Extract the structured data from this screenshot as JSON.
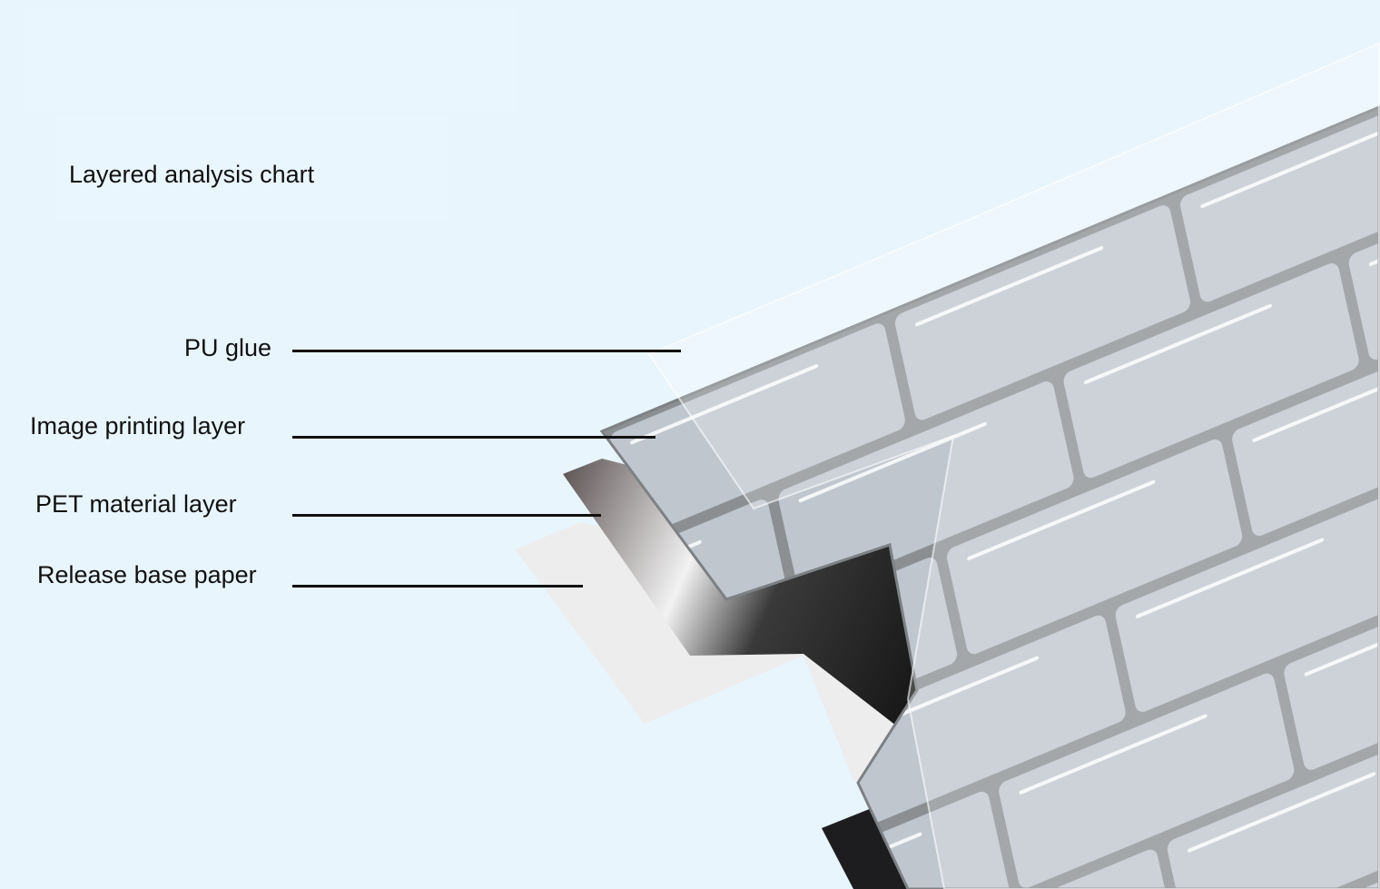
{
  "title": "Layered analysis chart",
  "layers": [
    {
      "label": "PU glue"
    },
    {
      "label": "Image printing layer"
    },
    {
      "label": "PET material layer"
    },
    {
      "label": "Release base paper"
    }
  ],
  "colors": {
    "background": "#e8f5fd",
    "tile": "#bcc3ca",
    "grout": "#8b8f92",
    "pet_dark": "#1d1d1f",
    "release_paper": "#ededee"
  }
}
